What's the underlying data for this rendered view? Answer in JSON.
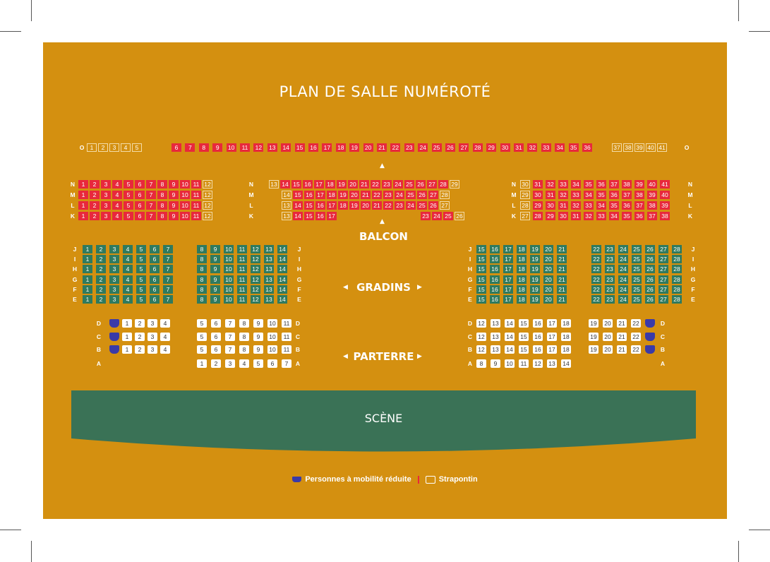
{
  "title": "PLAN DE SALLE NUMÉROTÉ",
  "zones": {
    "balcon": "BALCON",
    "gradins": "GRADINS",
    "parterre": "PARTERRE",
    "scene": "SCÈNE"
  },
  "legend": {
    "pmr": "Personnes à mobilité réduite",
    "strapontin": "Strapontin"
  },
  "colors": {
    "background": "#d49010",
    "occupied": "#e8283c",
    "gradins": "#2f7a5e",
    "stage": "#3a7256",
    "pmr": "#3a3aa8",
    "parterre": "#ffffff"
  },
  "balcon_row_o": {
    "row": "O",
    "left_strapontins": [
      "1",
      "2",
      "3",
      "4",
      "5"
    ],
    "seats": [
      "6",
      "7",
      "8",
      "9",
      "10",
      "11",
      "12",
      "13",
      "14",
      "15",
      "16",
      "17",
      "18",
      "19",
      "20",
      "21",
      "22",
      "23",
      "24",
      "25",
      "26",
      "27",
      "28",
      "29",
      "30",
      "31",
      "32",
      "33",
      "34",
      "35",
      "36"
    ],
    "right_strapontins": [
      "37",
      "38",
      "39",
      "40",
      "41"
    ]
  },
  "balcon": {
    "left": {
      "rows": [
        "N",
        "M",
        "L",
        "K"
      ],
      "seats": [
        "1",
        "2",
        "3",
        "4",
        "5",
        "6",
        "7",
        "8",
        "9",
        "10",
        "11",
        "12"
      ],
      "strapontin": [
        "12"
      ]
    },
    "center": [
      {
        "row": "N",
        "seats": [
          "13",
          "14",
          "15",
          "16",
          "17",
          "18",
          "19",
          "20",
          "21",
          "22",
          "23",
          "24",
          "25",
          "26",
          "27",
          "28",
          "29"
        ],
        "strapontin": [
          "13",
          "29"
        ]
      },
      {
        "row": "M",
        "seats": [
          "14",
          "15",
          "16",
          "17",
          "18",
          "19",
          "20",
          "21",
          "22",
          "23",
          "24",
          "25",
          "26",
          "27",
          "28"
        ],
        "strapontin": [
          "14",
          "28"
        ]
      },
      {
        "row": "L",
        "seats": [
          "13",
          "14",
          "15",
          "16",
          "17",
          "18",
          "19",
          "20",
          "21",
          "22",
          "23",
          "24",
          "25",
          "26",
          "27"
        ],
        "strapontin": [
          "13",
          "27"
        ]
      },
      {
        "row": "K",
        "seats": [
          "13",
          "14",
          "15",
          "16",
          "17",
          "23",
          "24",
          "25",
          "26"
        ],
        "strapontin": [
          "13",
          "26"
        ]
      }
    ],
    "right": [
      {
        "row": "N",
        "seats": [
          "30",
          "31",
          "32",
          "33",
          "34",
          "35",
          "36",
          "37",
          "38",
          "39",
          "40",
          "41"
        ],
        "strapontin": [
          "30"
        ]
      },
      {
        "row": "M",
        "seats": [
          "29",
          "30",
          "31",
          "32",
          "33",
          "34",
          "35",
          "36",
          "37",
          "38",
          "39",
          "40"
        ],
        "strapontin": [
          "29"
        ]
      },
      {
        "row": "L",
        "seats": [
          "28",
          "29",
          "30",
          "31",
          "32",
          "33",
          "34",
          "35",
          "36",
          "37",
          "38",
          "39"
        ],
        "strapontin": [
          "28"
        ]
      },
      {
        "row": "K",
        "seats": [
          "27",
          "28",
          "29",
          "30",
          "31",
          "32",
          "33",
          "34",
          "35",
          "36",
          "37",
          "38"
        ],
        "strapontin": [
          "27"
        ]
      }
    ]
  },
  "gradins": {
    "rows": [
      "J",
      "I",
      "H",
      "G",
      "F",
      "E"
    ],
    "blocks": [
      [
        "1",
        "2",
        "3",
        "4",
        "5",
        "6",
        "7"
      ],
      [
        "8",
        "9",
        "10",
        "11",
        "12",
        "13",
        "14"
      ],
      [
        "15",
        "16",
        "17",
        "18",
        "19",
        "20",
        "21"
      ],
      [
        "22",
        "23",
        "24",
        "25",
        "26",
        "27",
        "28"
      ]
    ]
  },
  "parterre": {
    "rows_left": [
      "D",
      "C",
      "B",
      "A"
    ],
    "rows_right": [
      "D",
      "C",
      "B",
      "A"
    ],
    "block1_seats": [
      "1",
      "2",
      "3",
      "4"
    ],
    "block2_seats": [
      "5",
      "6",
      "7",
      "8",
      "9",
      "10",
      "11"
    ],
    "block2_row_a": [
      "1",
      "2",
      "3",
      "4",
      "5",
      "6",
      "7"
    ],
    "block3_seats": [
      "12",
      "13",
      "14",
      "15",
      "16",
      "17",
      "18"
    ],
    "block3_row_a": [
      "8",
      "9",
      "10",
      "11",
      "12",
      "13",
      "14"
    ],
    "block4_seats": [
      "19",
      "20",
      "21",
      "22"
    ]
  }
}
